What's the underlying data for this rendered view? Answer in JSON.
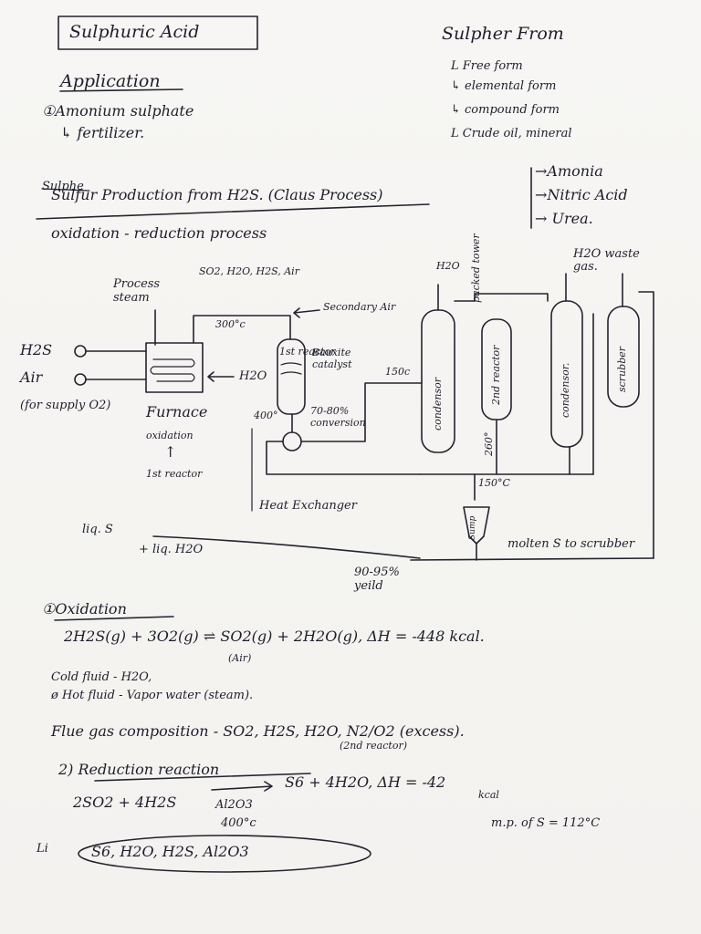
{
  "title": "Sulphuric Acid",
  "application": {
    "heading": "Application",
    "item1": "①Amonium sulphate",
    "item1_sub": "↳ fertilizer."
  },
  "sulpher_from": {
    "heading": "Sulpher From",
    "items": [
      "L Free form",
      "↳ elemental form",
      "↳ compound form",
      "L Crude oil, mineral"
    ]
  },
  "uses": {
    "items": [
      "→Amonia",
      "→Nitric Acid",
      "→ Urea."
    ]
  },
  "claus": {
    "struck": "Sulphe",
    "heading": "Sulfur Production from H2S. (Claus Process)",
    "subheading": "oxidation - reduction process"
  },
  "diagram": {
    "process_steam": "Process steam",
    "feed_gases": "SO2, H2O, H2S, Air",
    "temp_300": "300°c",
    "secondary_air": "Secondary Air",
    "h2s": "H2S",
    "air": "Air",
    "o2_supply": "(for supply O2)",
    "h2o_in": "H2O",
    "furnace": "Furnace",
    "oxidation": "oxidation",
    "arrow_up": "↑",
    "first_reactor_label": "1st reactor",
    "reactor1": "1st reactor",
    "bauxite": "Bauxite catalyst",
    "temp_400": "400°",
    "conversion": "70-80% conversion",
    "temp_150a": "150c",
    "condensor1": "condensor",
    "h2o_top": "H2O",
    "packed_tower": "packed tower",
    "reactor2": "2nd reactor",
    "temp_260": "260°",
    "condensor2": "condensor.",
    "h2o_waste": "H2O waste gas.",
    "scrubber": "scrubber",
    "temp_150b": "150°C",
    "sump": "Sump",
    "heat_exchanger": "Heat Exchanger",
    "liq_s": "liq. S",
    "liq_h2o": "+ liq. H2O",
    "molten": "molten S to scrubber",
    "yield": "90-95% yeild"
  },
  "oxidation_eq": {
    "heading": "①Oxidation",
    "equation": "2H2S(g) + 3O2(g) ⇌ SO2(g) + 2H2O(g), ΔH = -448 kcal.",
    "air": "(Air)",
    "cold_fluid": "Cold fluid - H2O,",
    "hot_fluid": "ø Hot fluid - Vapor water (steam).",
    "flue_gas": "Flue gas composition - SO2, H2S, H2O, N2/O2 (excess)."
  },
  "reduction": {
    "heading": "2) Reduction reaction",
    "note": "(2nd reactor)",
    "equation_left": "2SO2 + 4H2S",
    "equation_right": "S6 + 4H2O, ΔH = -42",
    "kcal": "kcal",
    "catalyst": "Al2O3",
    "temp": "400°c",
    "mp": "m.p. of S = 112°C",
    "products": "S6, H2O, H2S, Al2O3",
    "side": "Li"
  }
}
